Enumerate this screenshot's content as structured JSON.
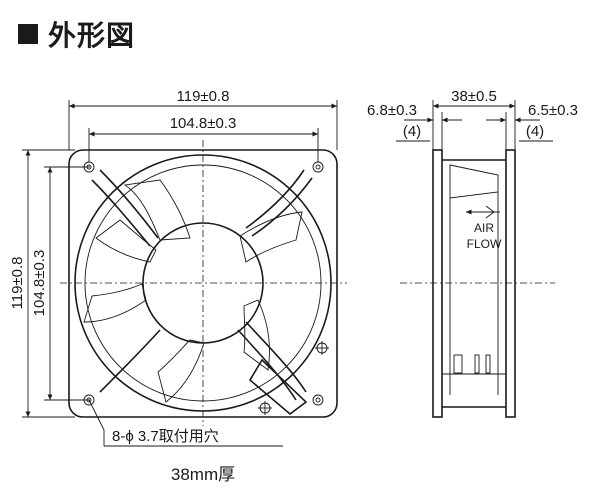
{
  "title": "外形図",
  "front_view": {
    "dim_width_outer": "119±0.8",
    "dim_width_holes": "104.8±0.3",
    "dim_height_outer": "119±0.8",
    "dim_height_holes": "104.8±0.3",
    "mount_hole_note": "8-ϕ 3.7取付用穴",
    "thickness_note": "38mm厚"
  },
  "side_view": {
    "dim_depth": "38±0.5",
    "dim_left_flange": "6.8±0.3",
    "dim_left_flange_sub": "(4)",
    "dim_right_flange": "6.5±0.3",
    "dim_right_flange_sub": "(4)",
    "airflow_line1": "AIR",
    "airflow_line2": "FLOW"
  }
}
